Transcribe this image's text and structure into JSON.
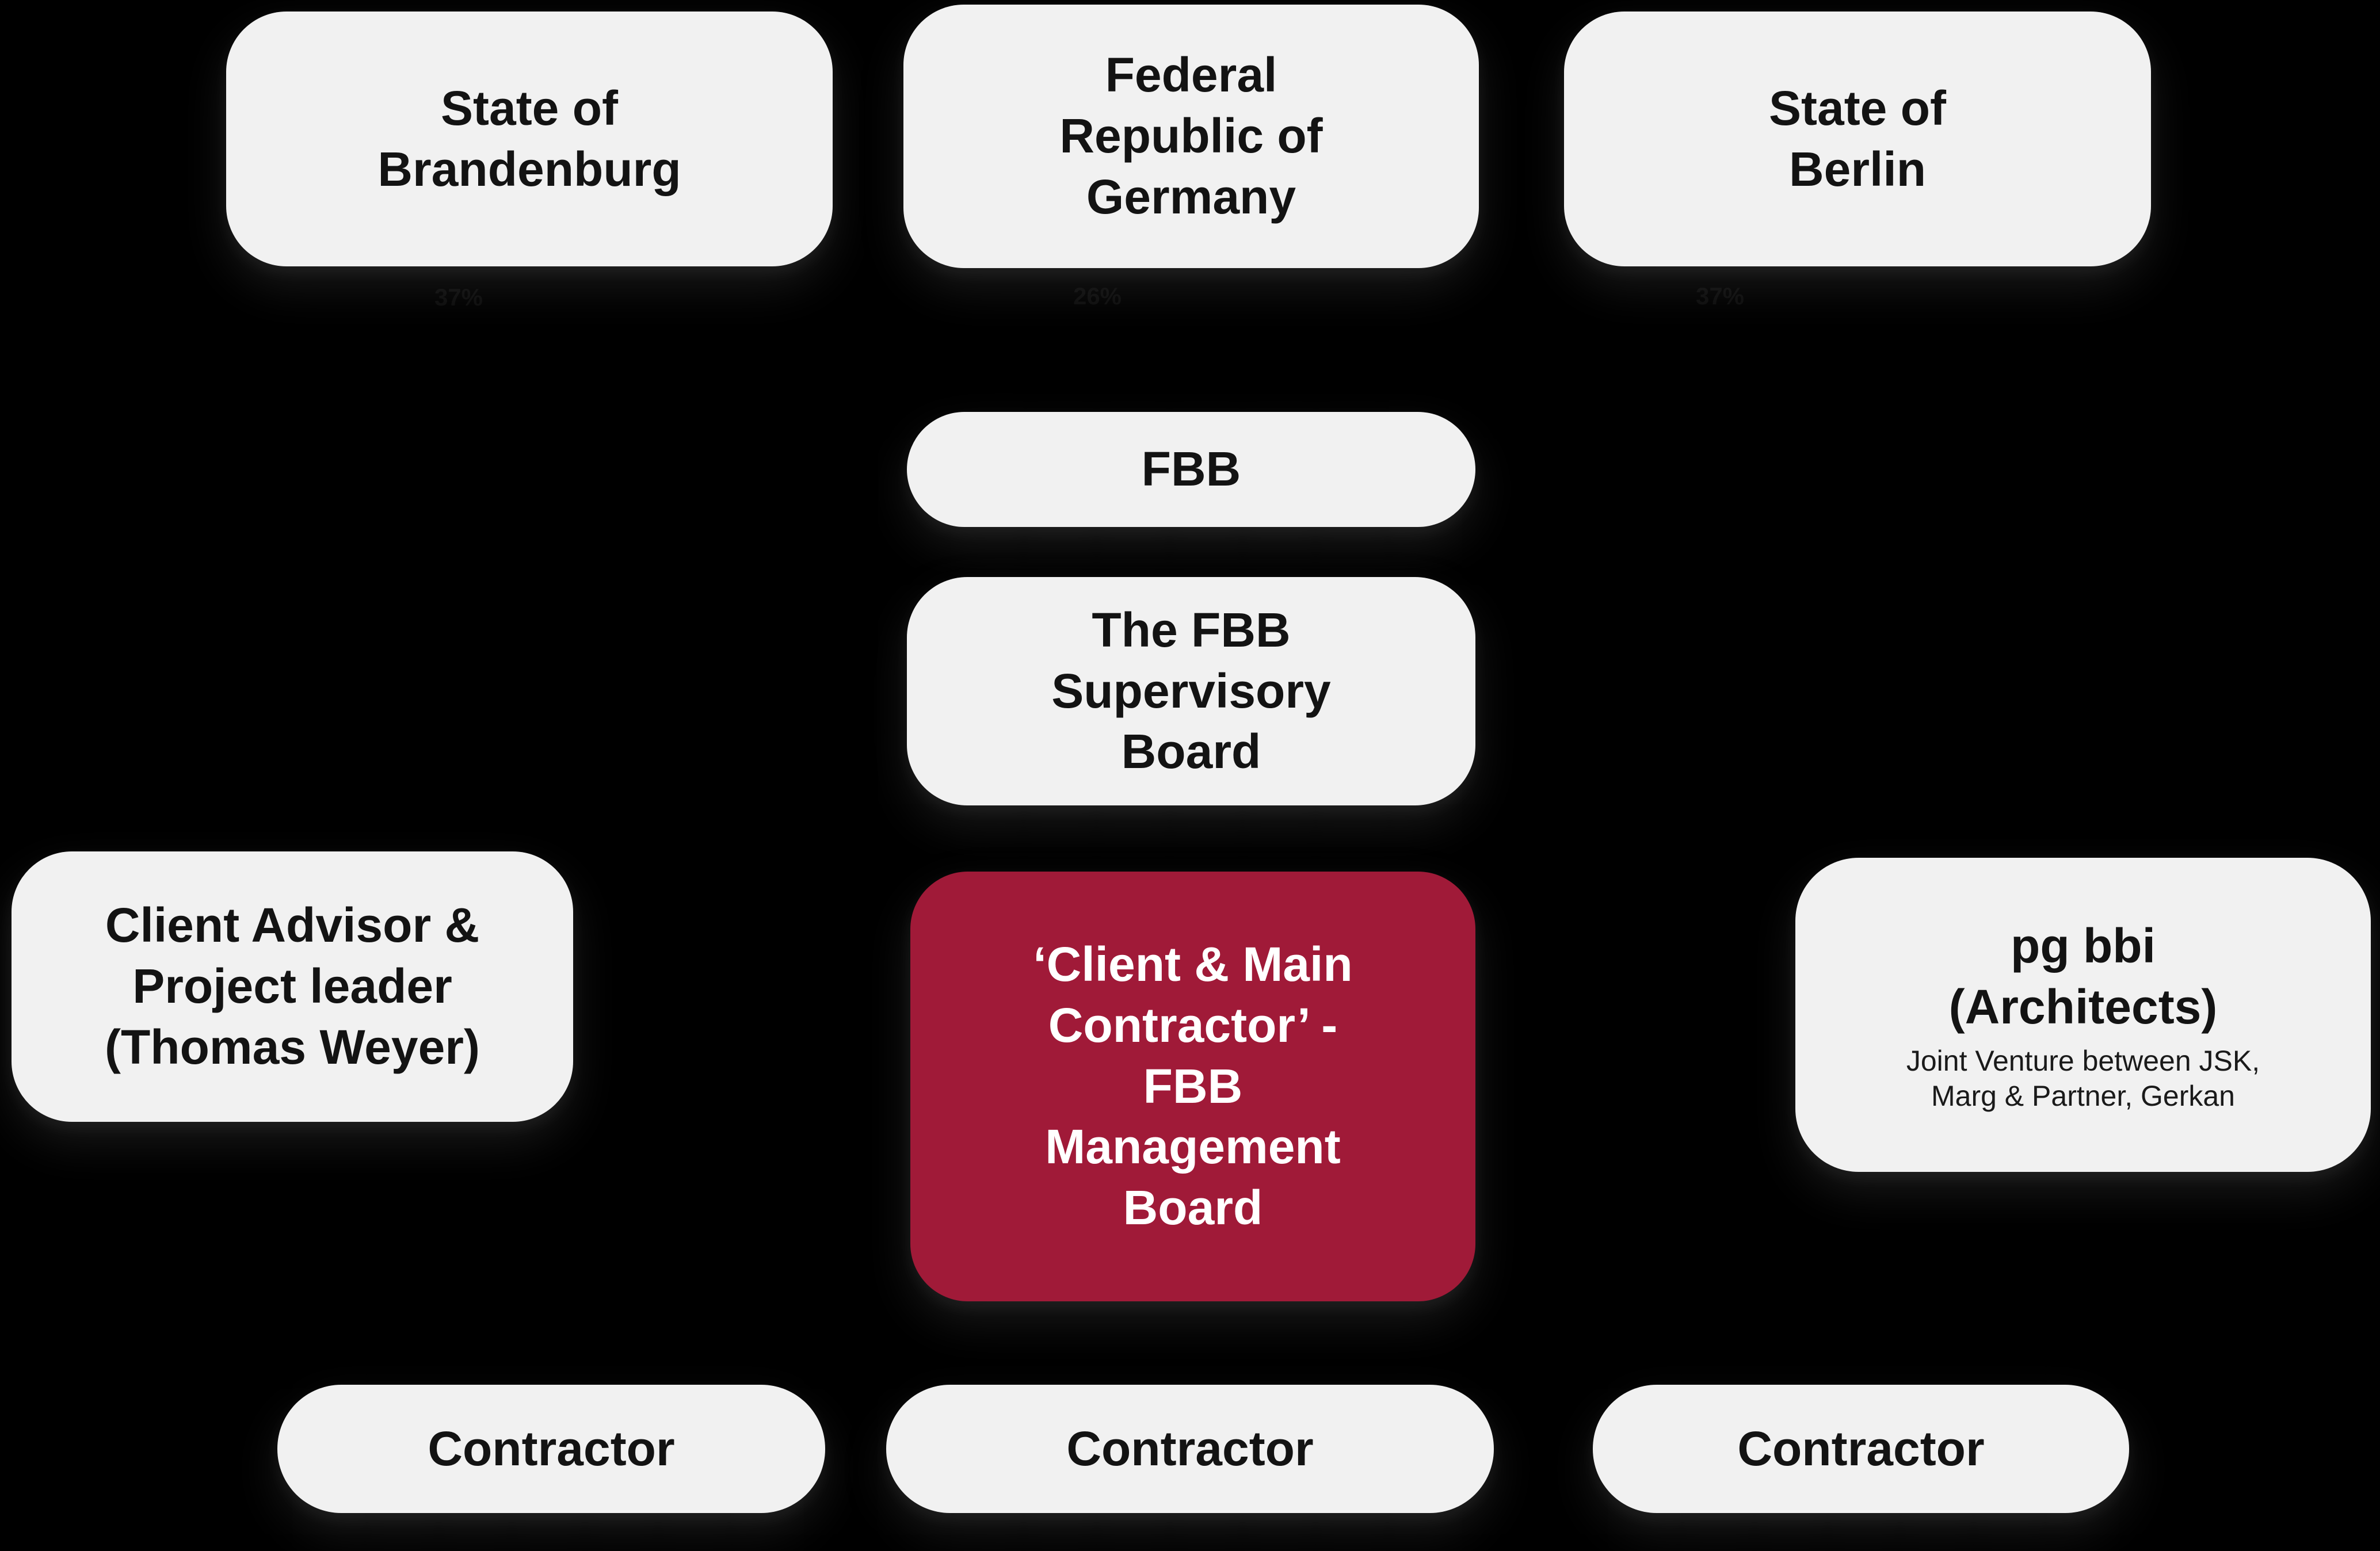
{
  "diagram": {
    "title_semantic": "FBB airport project organisation chart",
    "colors": {
      "background": "#000000",
      "node_fill": "#f1f1f1",
      "accent_fill": "#a01a38",
      "node_text": "#131313",
      "accent_text": "#ffffff"
    },
    "nodes": {
      "brandenburg": {
        "label": "State of\nBrandenburg"
      },
      "federal": {
        "label": "Federal\nRepublic of\nGermany"
      },
      "berlin": {
        "label": "State of\nBerlin"
      },
      "fbb": {
        "label": "FBB"
      },
      "supervisory": {
        "label": "The FBB\nSupervisory\nBoard"
      },
      "management": {
        "label": "‘Client & Main\nContractor’ -\nFBB\nManagement\nBoard"
      },
      "advisor": {
        "label": "Client Advisor &\nProject leader\n(Thomas Weyer)"
      },
      "architects": {
        "label": "pg bbi\n(Architects)",
        "sublabel": "Joint Venture between JSK,\nMarg & Partner, Gerkan"
      },
      "contractor_1": {
        "label": "Contractor"
      },
      "contractor_2": {
        "label": "Contractor"
      },
      "contractor_3": {
        "label": "Contractor"
      }
    },
    "ownership": {
      "brandenburg_share": "37%",
      "federal_share": "26%",
      "berlin_share": "37%"
    }
  }
}
